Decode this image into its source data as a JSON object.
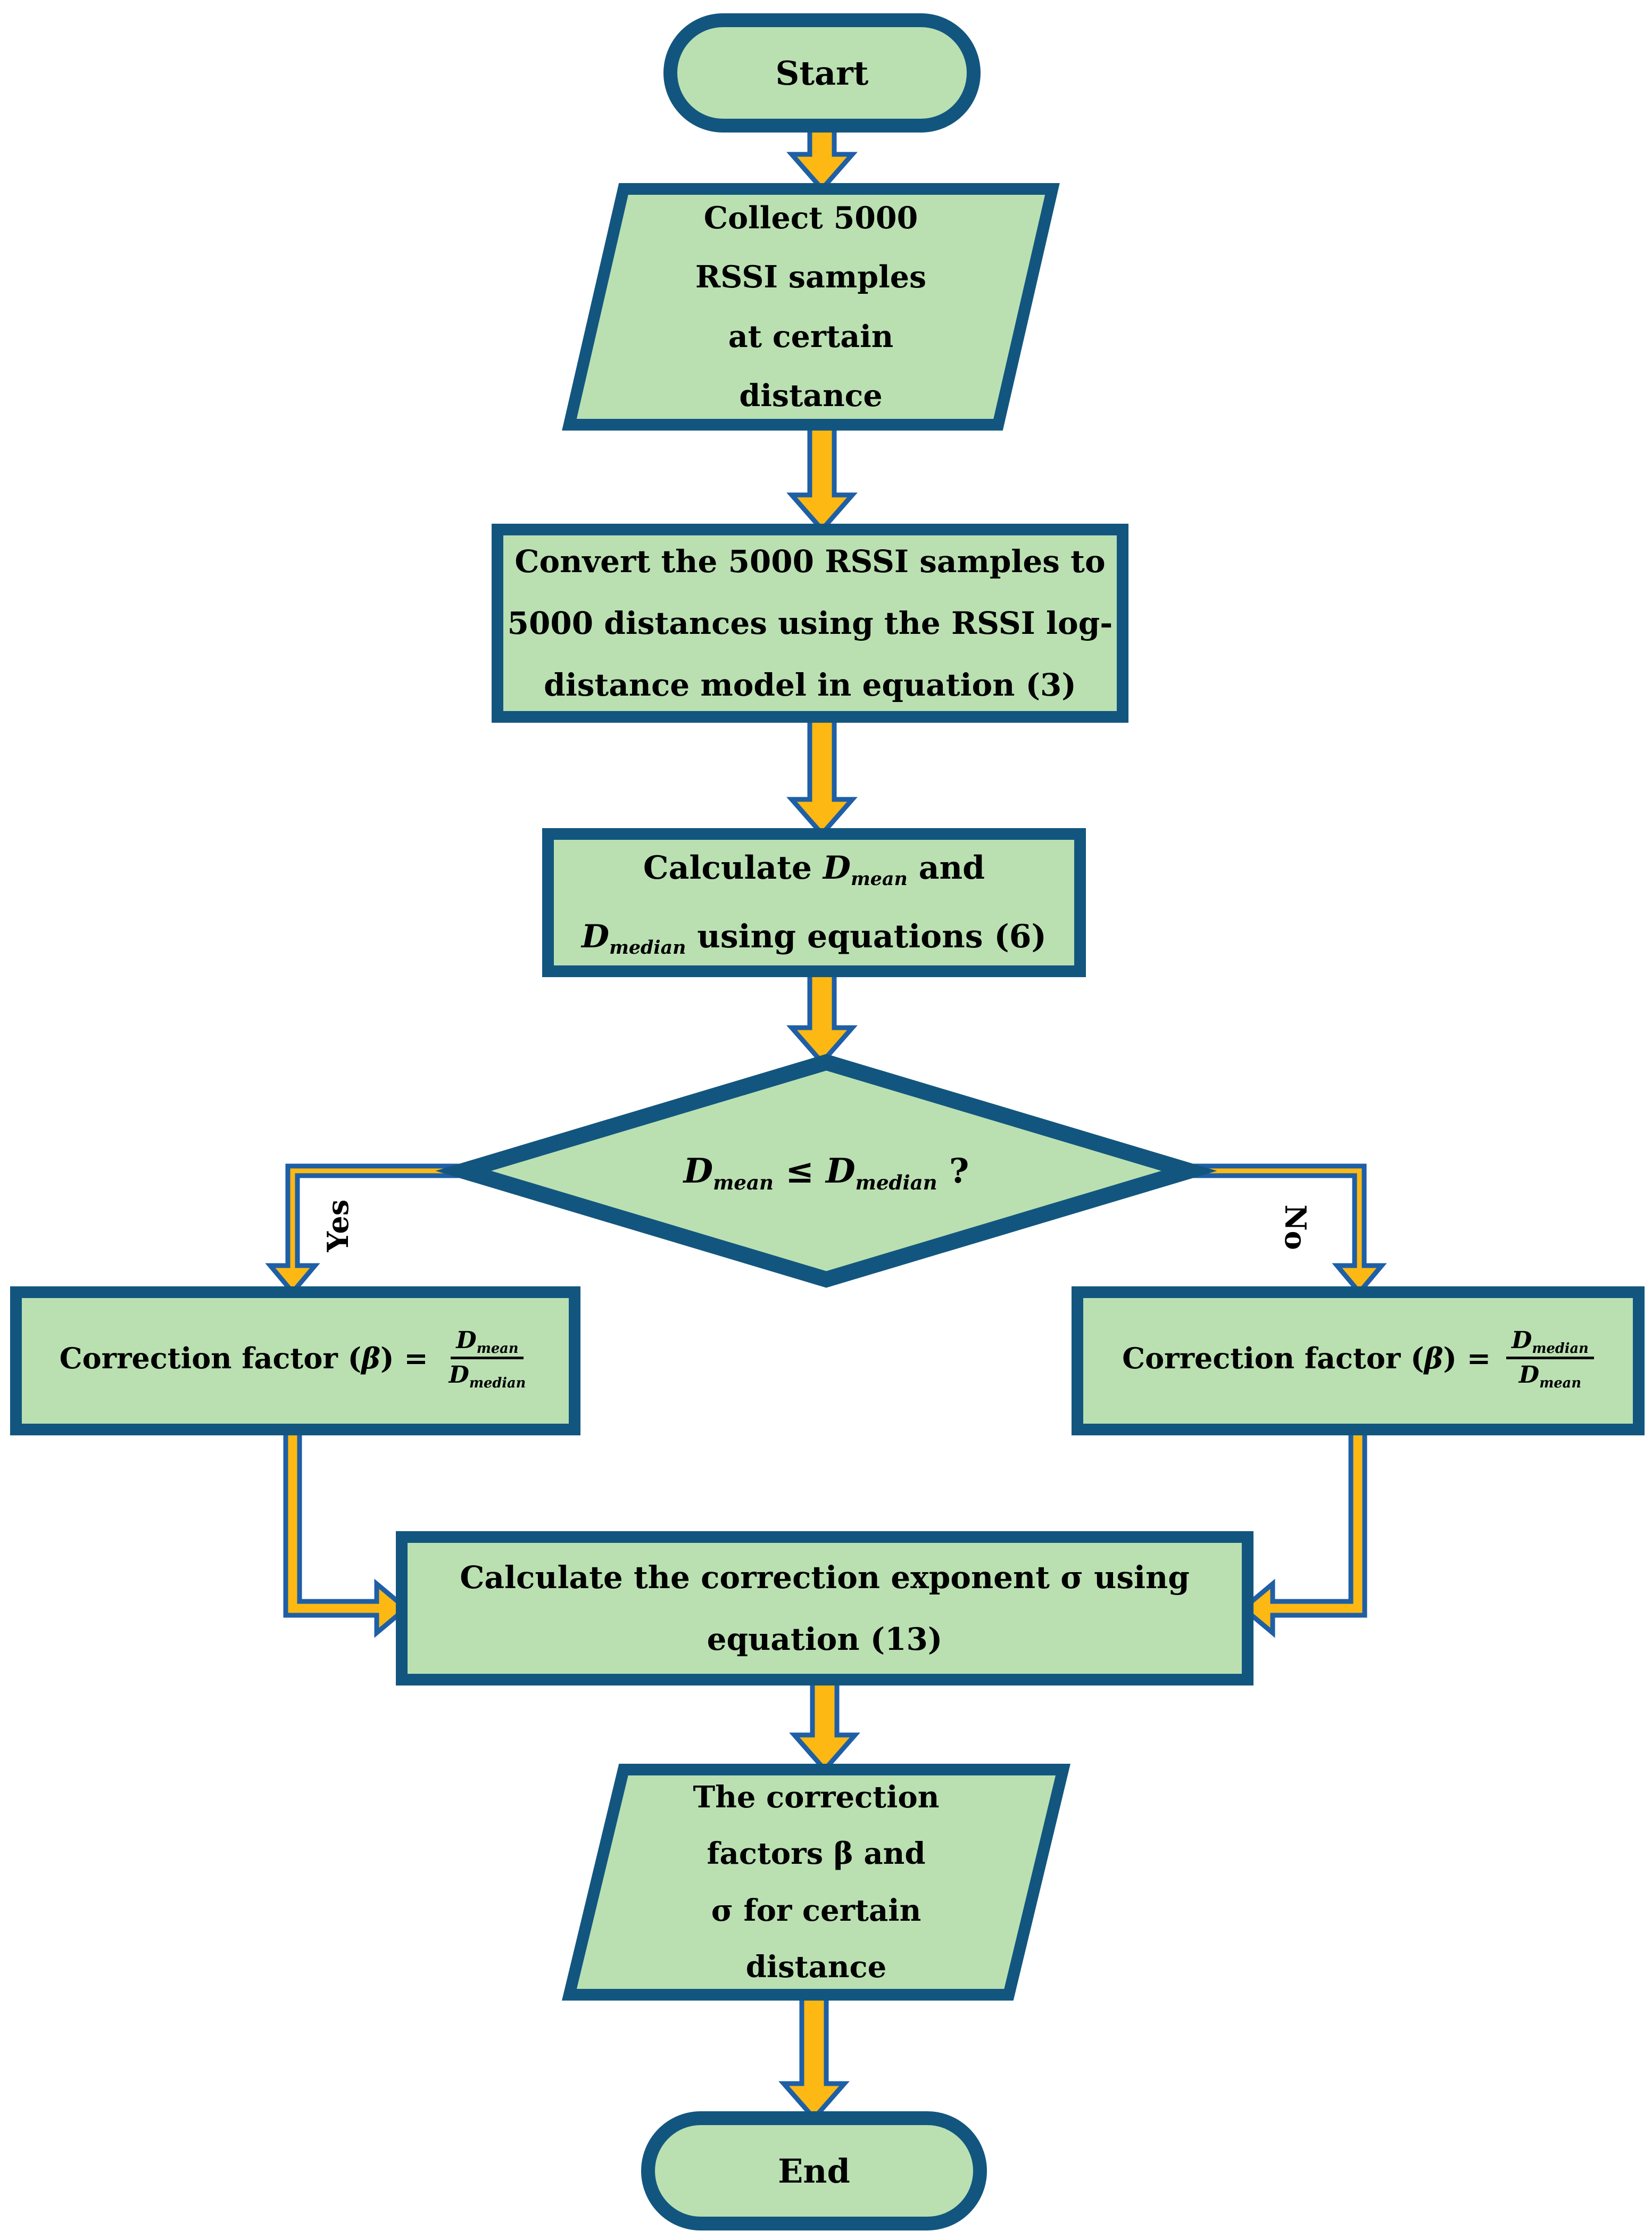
{
  "diagram_type": "flowchart",
  "colors": {
    "node_fill": "#BAE0B2",
    "node_border": "#12567F",
    "arrow_fill": "#FDB813",
    "arrow_outline": "#1E5FA6",
    "text": "#000000",
    "background": "#FFFFFF"
  },
  "nodes": {
    "start": {
      "label": "Start"
    },
    "collect": {
      "lines": [
        "Collect 5000",
        "RSSI samples",
        "at certain",
        "distance"
      ]
    },
    "convert": {
      "lines": [
        "Convert the 5000 RSSI samples to",
        "5000 distances using the RSSI log-",
        "distance model in equation (3)"
      ]
    },
    "calc_d": {
      "line1_prefix": "Calculate ",
      "d1": "D",
      "sub1": "mean",
      "line1_suffix": " and",
      "d2": "D",
      "sub2": "median",
      "line2_suffix": " using equations (6)"
    },
    "decision": {
      "d_left": "D",
      "sub_left": "mean",
      "comparator": " ≤ ",
      "d_right": "D",
      "sub_right": "median",
      "question": " ?"
    },
    "factor_left": {
      "prefix": "Correction factor (",
      "beta": "β",
      "equals": ") = ",
      "num_d": "D",
      "num_sub": "mean",
      "den_d": "D",
      "den_sub": "median"
    },
    "factor_right": {
      "prefix": "Correction factor (",
      "beta": "β",
      "equals": ") = ",
      "num_d": "D",
      "num_sub": "median",
      "den_d": "D",
      "den_sub": "mean"
    },
    "exponent": {
      "lines": [
        "Calculate the correction exponent σ using",
        "equation (13)"
      ]
    },
    "output": {
      "lines": [
        "The correction",
        "factors β and",
        "σ for certain",
        "distance"
      ]
    },
    "end": {
      "label": "End"
    }
  },
  "edge_labels": {
    "yes": "Yes",
    "no": "No"
  },
  "edges": [
    {
      "from": "start",
      "to": "collect"
    },
    {
      "from": "collect",
      "to": "convert"
    },
    {
      "from": "convert",
      "to": "calc_d"
    },
    {
      "from": "calc_d",
      "to": "decision"
    },
    {
      "from": "decision",
      "to": "factor_left",
      "label": "Yes"
    },
    {
      "from": "decision",
      "to": "factor_right",
      "label": "No"
    },
    {
      "from": "factor_left",
      "to": "exponent"
    },
    {
      "from": "factor_right",
      "to": "exponent"
    },
    {
      "from": "exponent",
      "to": "output"
    },
    {
      "from": "output",
      "to": "end"
    }
  ]
}
